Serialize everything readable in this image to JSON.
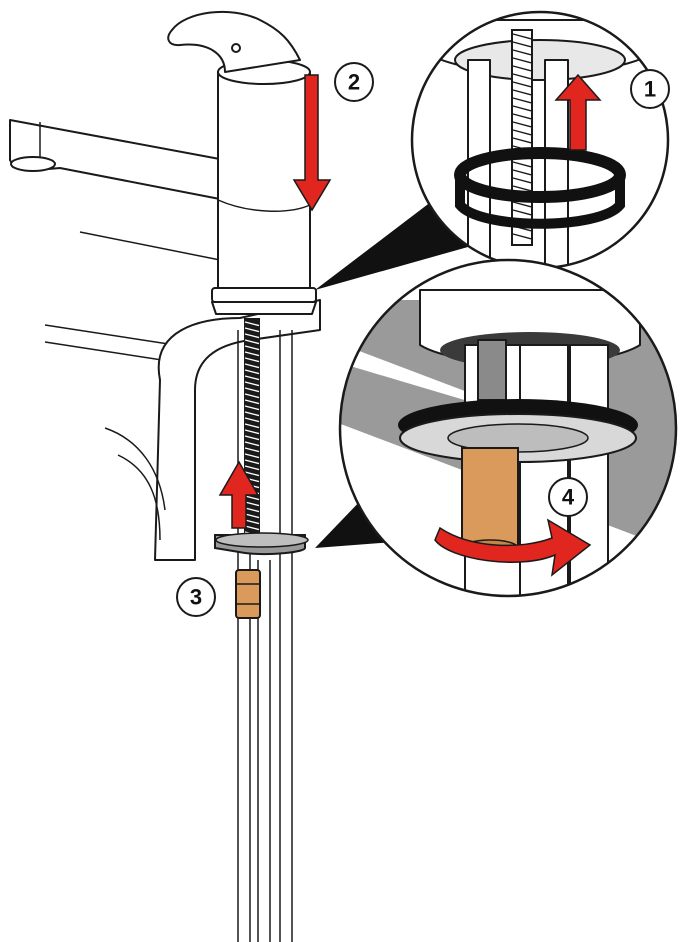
{
  "steps": [
    {
      "label": "1"
    },
    {
      "label": "2"
    },
    {
      "label": "3"
    },
    {
      "label": "4"
    }
  ],
  "colors": {
    "arrow_red": "#e0261f",
    "brass": "#d99a5b",
    "gray": "#9a9a9a",
    "outline": "#1a1a1a",
    "callout_black": "#111111"
  }
}
